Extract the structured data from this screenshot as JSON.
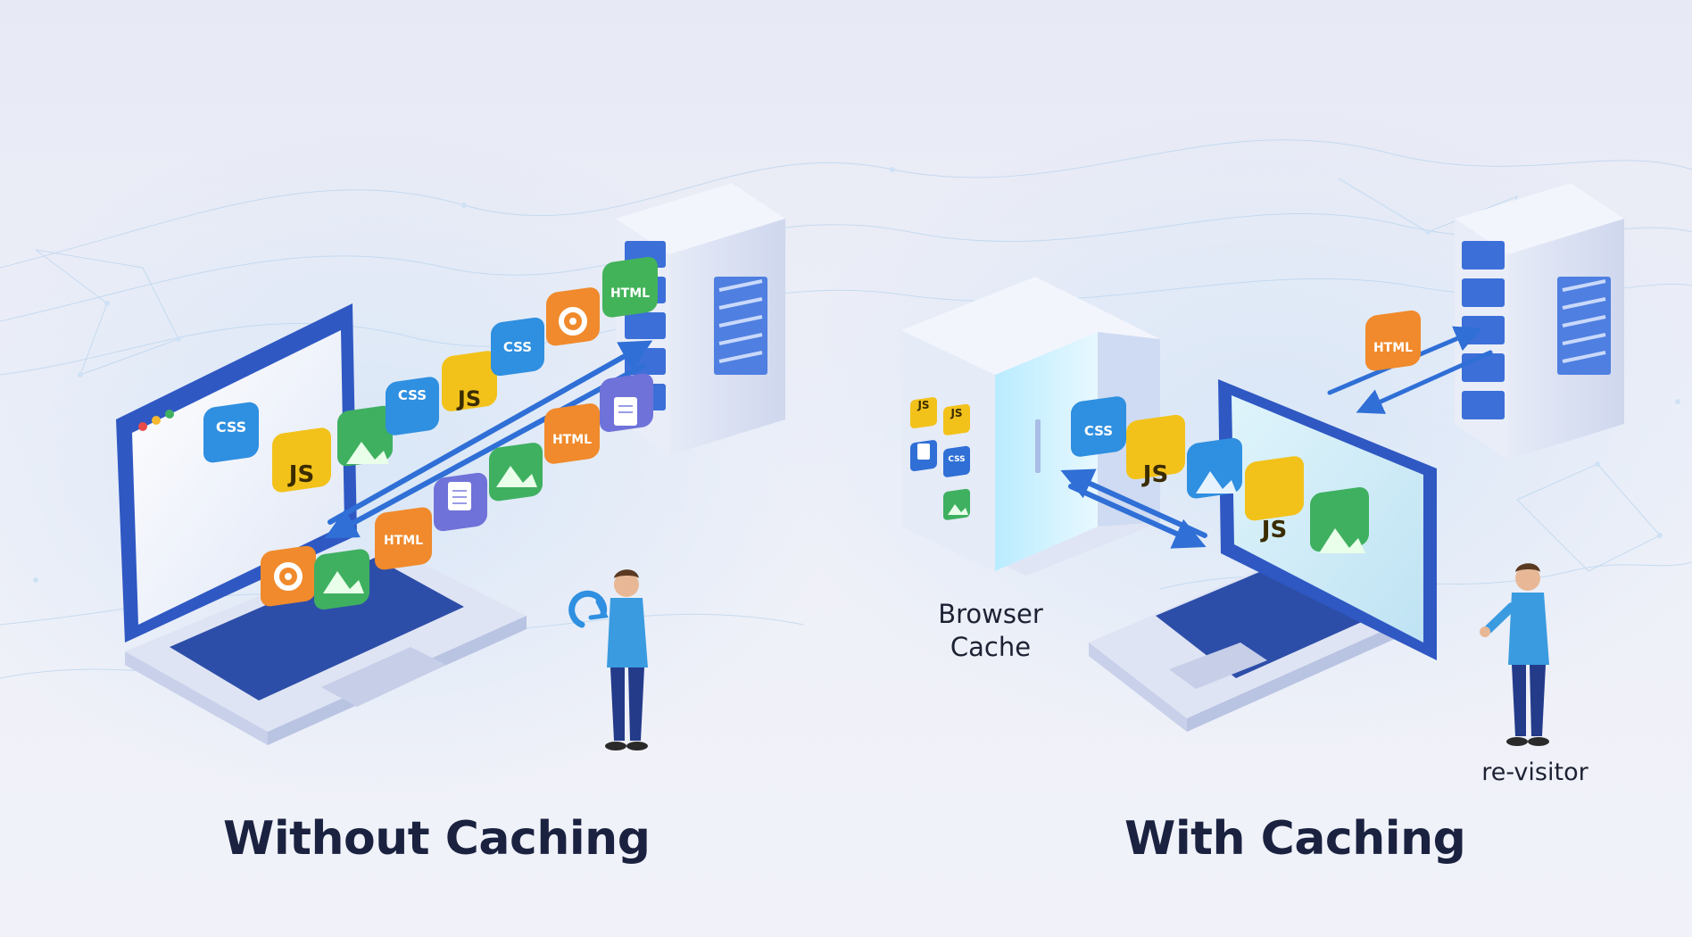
{
  "captions": {
    "without": "Without Caching",
    "with": "With Caching"
  },
  "labels": {
    "browser_cache_line1": "Browser",
    "browser_cache_line2": "Cache",
    "revisitor": "re-visitor"
  },
  "tile_text": {
    "css": "CSS",
    "js": "JS",
    "html": "HTML"
  },
  "colors": {
    "css": "#2f8fe0",
    "js": "#f2c21b",
    "image": "#3fb060",
    "html": "#f08a2c",
    "gear": "#f08a2c",
    "document": "#6f72d8",
    "html_green": "#43b35a",
    "accent_blue": "#2f6fd6",
    "caption": "#1a2240"
  },
  "icons": {
    "left_laptop": "laptop-icon",
    "left_server": "server-rack-icon",
    "cache_cabinet": "cabinet-icon",
    "right_laptop": "laptop-icon",
    "right_server": "server-rack-icon",
    "person": "person-icon",
    "refresh": "refresh-icon"
  }
}
